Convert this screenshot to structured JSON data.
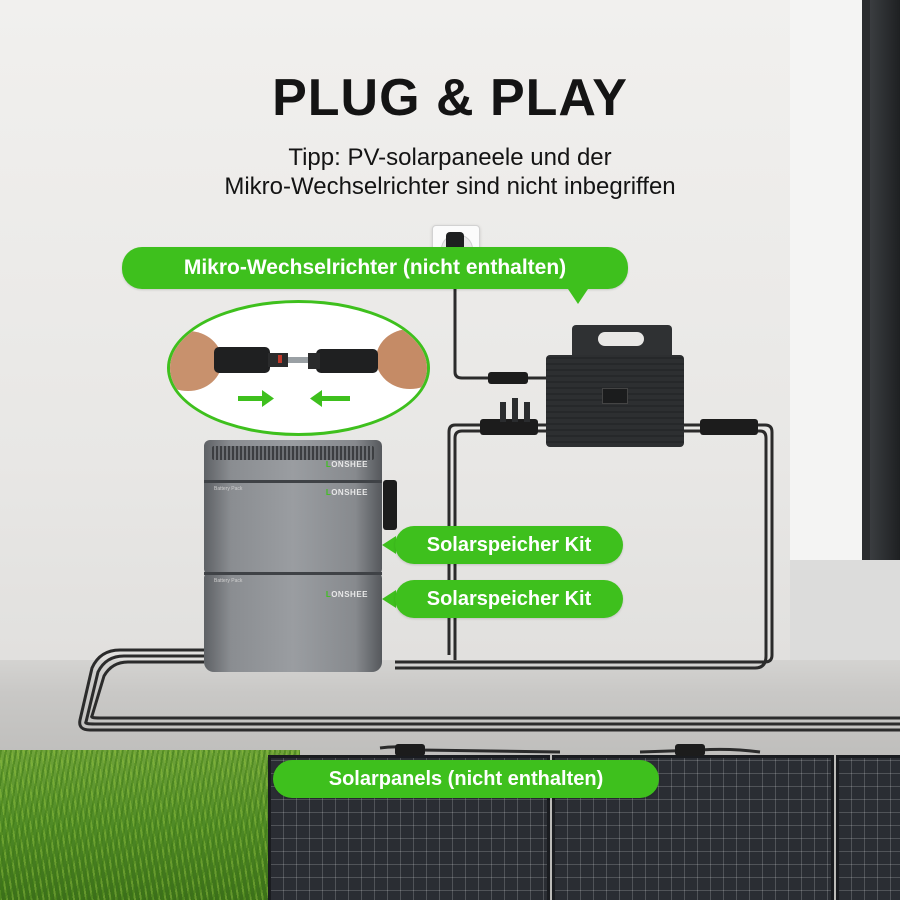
{
  "headline": "PLUG & PLAY",
  "tip": {
    "line1": "Tipp: PV-solarpaneele und der",
    "line2": "Mikro-Wechselrichter sind nicht inbegriffen"
  },
  "callouts": {
    "inverter": "Mikro-Wechselrichter (nicht enthalten)",
    "kit_upper": "Solarspeicher Kit",
    "kit_lower": "Solarspeicher Kit",
    "solar_panels": "Solarpanels (nicht enthalten)"
  },
  "battery": {
    "brand_prefix": "L",
    "brand_rest": "ONSHEE",
    "pack_label": "Battery Pack"
  },
  "colors": {
    "accent_green": "#3ec01d",
    "cable": "#2b2b2b"
  },
  "icons": [
    "right-arrow-icon",
    "left-arrow-icon"
  ]
}
